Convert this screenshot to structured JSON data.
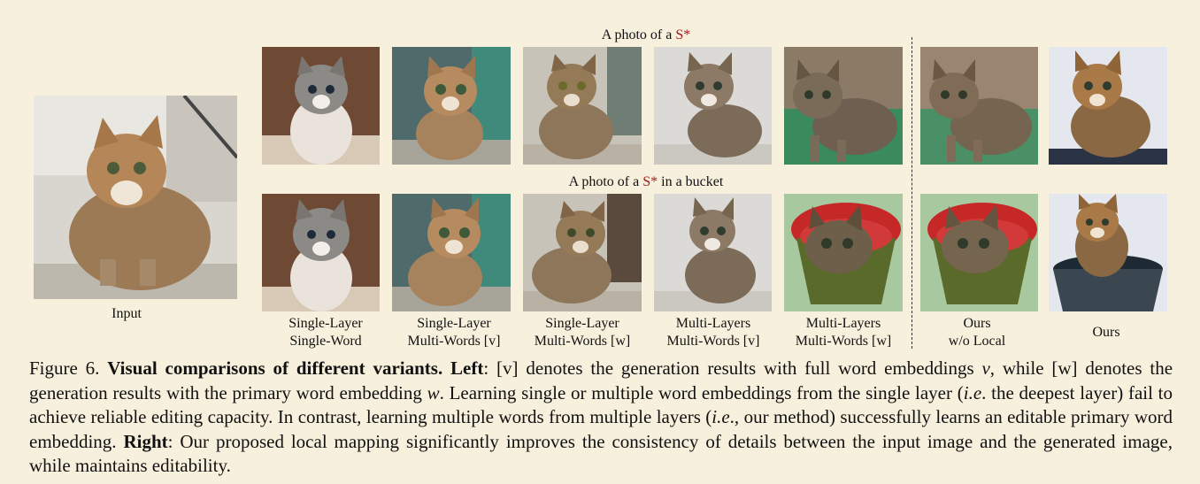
{
  "figure": {
    "row1_prefix": "A photo of a ",
    "row2_prefix": "A photo of a ",
    "row2_suffix": " in a bucket",
    "token": "S*",
    "input_label": "Input",
    "column_labels": [
      [
        "Single-Layer",
        "Single-Word"
      ],
      [
        "Single-Layer",
        "Multi-Words [v]"
      ],
      [
        "Single-Layer",
        "Multi-Words [w]"
      ],
      [
        "Multi-Layers",
        "Multi-Words [v]"
      ],
      [
        "Multi-Layers",
        "Multi-Words [w]"
      ],
      [
        "Ours",
        "w/o Local"
      ],
      [
        "Ours"
      ]
    ],
    "photo_subject": "kitten"
  },
  "caption": {
    "fig_num": "Figure 6.",
    "title": "Visual comparisons of different variants.",
    "left_word": "Left",
    "t1": ": [v] denotes the generation results with full word embeddings ",
    "var_v": "v",
    "t2": ", while [w] denotes the generation results with the primary word embedding ",
    "var_w": "w",
    "t3": ". Learning single or multiple word embeddings from the single layer (",
    "ie1": "i.e",
    "t4": ". the deepest layer) fail to achieve reliable editing capacity. In contrast, learning multiple words from multiple layers (",
    "ie2": "i.e",
    "t5": "., our method) successfully learns an editable primary word embedding. ",
    "right_word": "Right",
    "t6": ": Our proposed local mapping significantly improves the consistency of details between the input image and the generated image, while maintains editability."
  }
}
